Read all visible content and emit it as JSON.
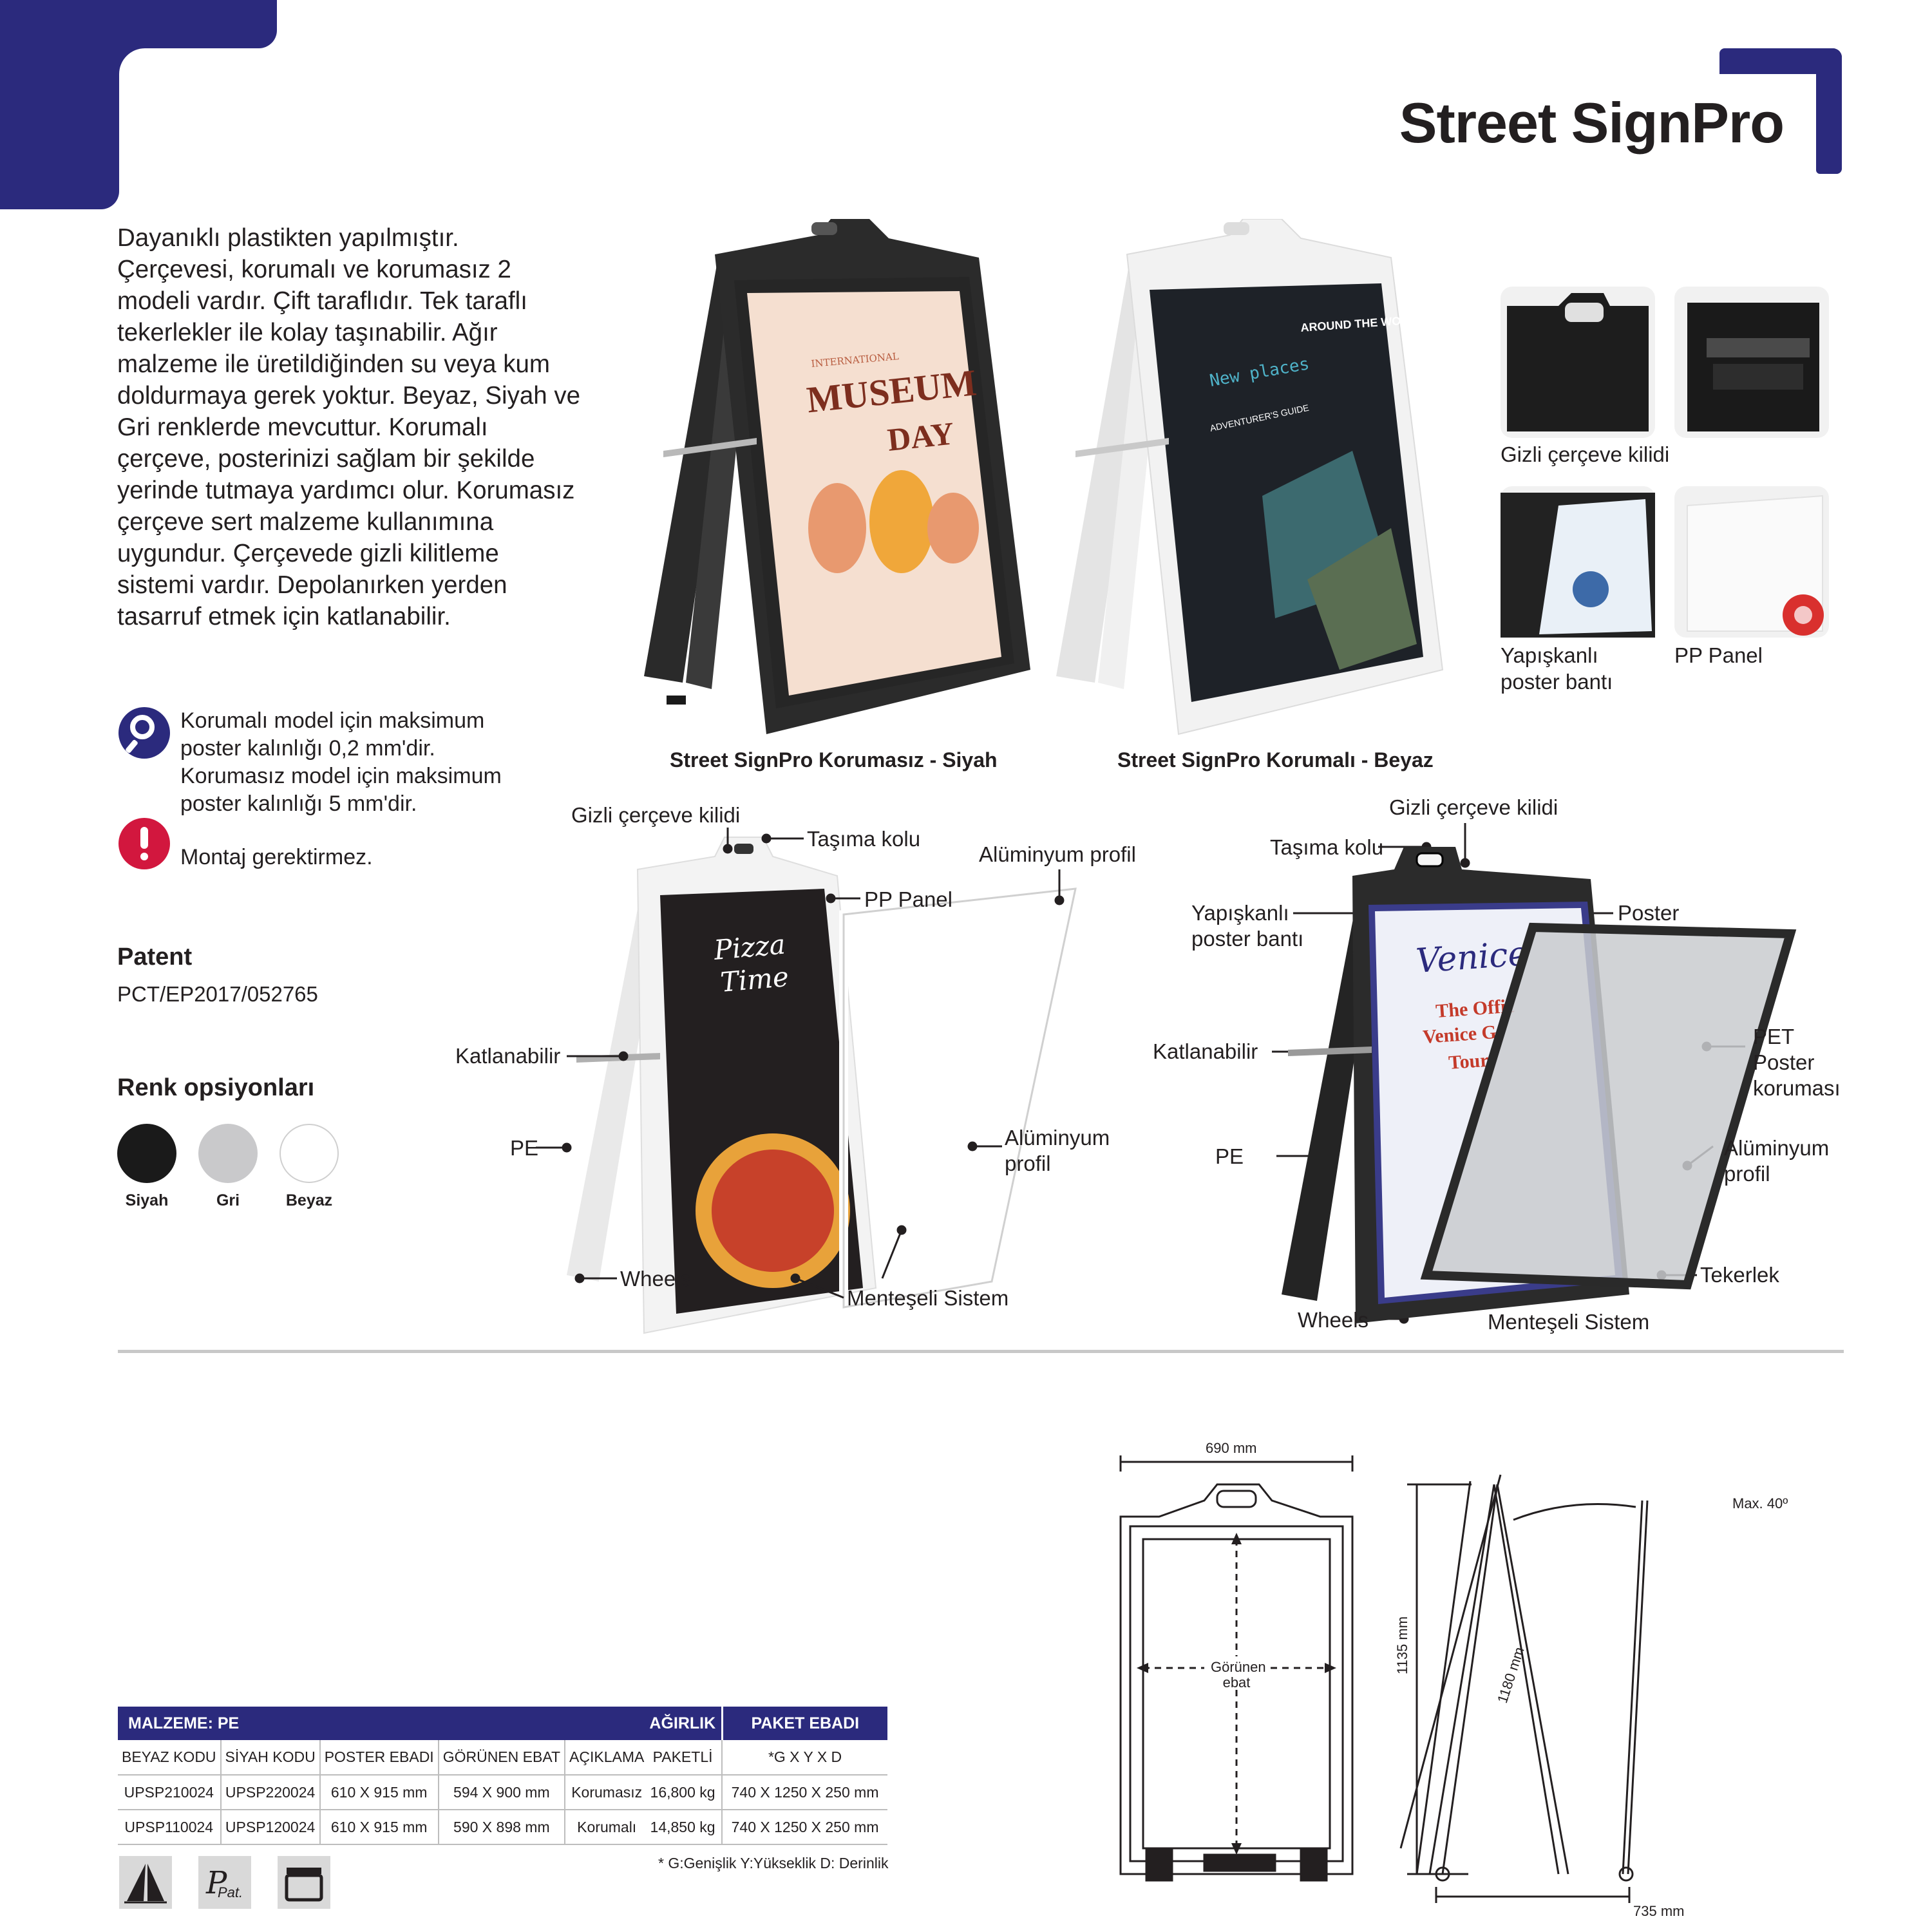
{
  "title": "Street SignPro",
  "description": "Dayanıklı plastikten yapılmıştır. Çerçevesi,  korumalı ve korumasız 2 modeli vardır. Çift taraflıdır. Tek taraflı tekerlekler ile kolay taşınabilir. Ağır malzeme ile üretildiğinden su veya kum doldurmaya gerek yoktur. Beyaz, Siyah ve Gri renklerde mevcuttur. Korumalı çerçeve, posterinizi sağlam bir şekilde yerinde tutmaya yardımcı olur. Korumasız çerçeve sert malzeme kullanımına uygundur.  Çerçevede gizli kilitleme sistemi vardır. Depolanırken yerden tasarruf etmek için katlanabilir.",
  "notes": {
    "poster_thickness": [
      "Korumalı model için maksimum",
      "poster kalınlığı 0,2 mm'dir.",
      "Korumasız model için maksimum",
      "poster kalınlığı 5 mm'dir."
    ],
    "assembly": "Montaj gerektirmez."
  },
  "patent": {
    "heading": "Patent",
    "number": "PCT/EP2017/052765"
  },
  "colors": {
    "heading": "Renk opsiyonları",
    "options": [
      {
        "label": "Siyah",
        "hex": "#1a1a1a"
      },
      {
        "label": "Gri",
        "hex": "#c9c9cb"
      },
      {
        "label": "Beyaz",
        "hex": "#ffffff"
      }
    ]
  },
  "products": {
    "black": {
      "caption": "Street SignPro Korumasız - Siyah",
      "poster": {
        "line1": "INTERNATIONAL",
        "line2": "MUSEUM",
        "line3": "DAY"
      }
    },
    "white": {
      "caption": "Street SignPro Korumalı - Beyaz",
      "poster": {
        "line1": "AROUND THE WORLD",
        "line2": "New places",
        "line3": "ADVENTURER'S GUIDE"
      }
    }
  },
  "thumbnails": [
    {
      "caption": "Gizli çerçeve kilidi"
    },
    {
      "caption": "Yapışkanlı poster bantı"
    },
    {
      "caption": "PP Panel"
    }
  ],
  "diagram_left": {
    "poster": {
      "line1": "Pizza",
      "line2": "Time"
    },
    "labels": {
      "hidden_lock": "Gizli çerçeve kilidi",
      "handle": "Taşıma kolu",
      "aluminium_profile_top": "Alüminyum profil",
      "pp_panel": "PP Panel",
      "foldable": "Katlanabilir",
      "pe": "PE",
      "aluminium_profile": "Alüminyum profil",
      "wheels": "Wheels",
      "hinge": "Menteşeli Sistem"
    }
  },
  "diagram_right": {
    "poster": {
      "line1": "Venice",
      "line2": "The Offic",
      "line3": "Venice G",
      "line4": "Tour"
    },
    "labels": {
      "hidden_lock": "Gizli çerçeve kilidi",
      "handle": "Taşıma kolu",
      "tape": "Yapışkanlı poster bantı",
      "poster": "Poster",
      "foldable": "Katlanabilir",
      "pet": "PET Poster koruması",
      "pe": "PE",
      "aluminium_profile": "Alüminyum profil",
      "wheel": "Tekerlek",
      "wheels": "Wheels",
      "hinge": "Menteşeli Sistem"
    }
  },
  "table_material": {
    "heading": "MALZEME: PE",
    "columns": [
      "BEYAZ KODU",
      "SİYAH KODU",
      "POSTER EBADI",
      "GÖRÜNEN EBAT",
      "AÇIKLAMA"
    ],
    "rows": [
      [
        "UPSP210024",
        "UPSP220024",
        "610 X 915 mm",
        "594 X 900 mm",
        "Korumasız"
      ],
      [
        "UPSP110024",
        "UPSP120024",
        "610 X 915 mm",
        "590 X 898 mm",
        "Korumalı"
      ]
    ]
  },
  "table_weight": {
    "headings": [
      "AĞIRLIK",
      "PAKET EBADI"
    ],
    "sub": [
      "PAKETLİ",
      "*G X Y X D"
    ],
    "rows": [
      [
        "16,800 kg",
        "740 X 1250 X 250 mm"
      ],
      [
        "14,850 kg",
        "740 X 1250 X 250 mm"
      ]
    ],
    "footnote": "* G:Genişlik  Y:Yükseklik  D: Derinlik"
  },
  "dimensions": {
    "width_top": "690 mm",
    "visible": "Görünen ebat",
    "height": "1135 mm",
    "slant": "1180 mm",
    "angle": "Max. 40º",
    "base": "735 mm"
  },
  "icon_labels": {
    "patent": "Pat."
  }
}
